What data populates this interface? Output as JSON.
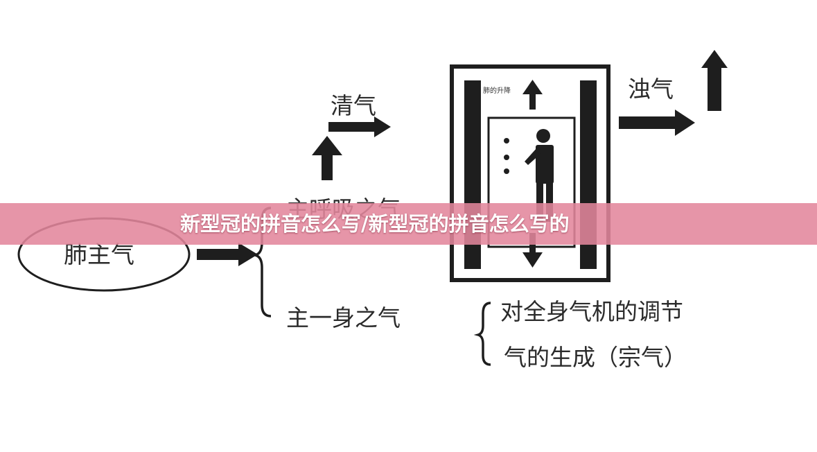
{
  "banner": {
    "title": "新型冠的拼音怎么写/新型冠的拼音怎么写的"
  },
  "diagram": {
    "lung_label": "肺主气",
    "breath_label": "主呼吸之气",
    "body_label": "主一身之气",
    "clear_qi_label": "清气",
    "turbid_qi_label": "浊气",
    "box_small_label": "肺的升降",
    "function_line1": "对全身气机的调节",
    "function_line2": "气的生成（宗气）"
  }
}
